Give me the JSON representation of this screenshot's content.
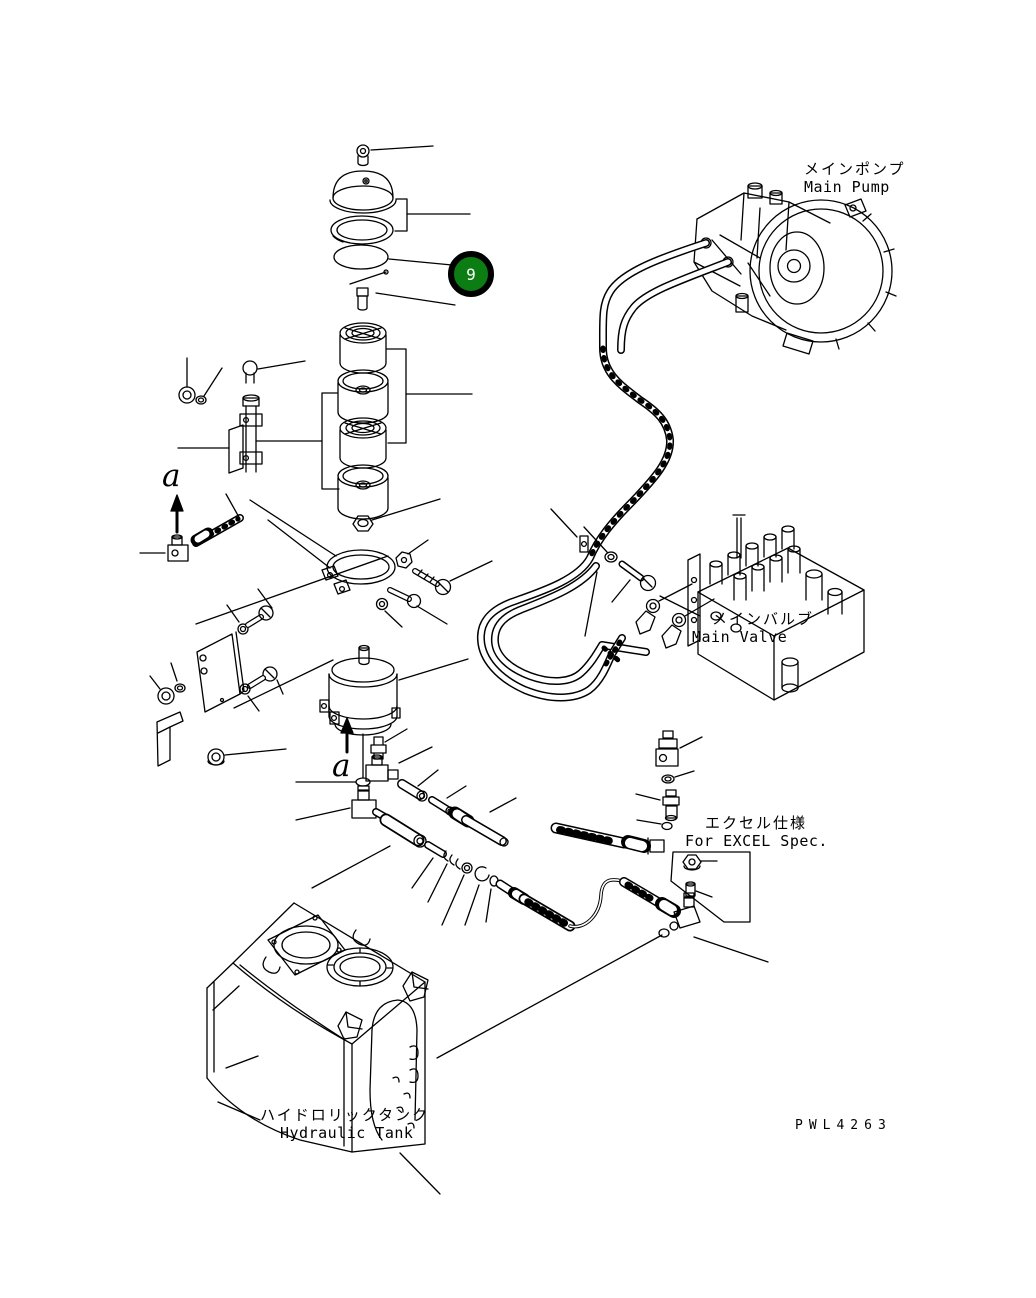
{
  "page": {
    "background": "#ffffff",
    "line_color": "#000000"
  },
  "balloon": {
    "number": "9",
    "fill": "#0c7d12",
    "ring": "#000000",
    "text_color": "#ffffff"
  },
  "labels": {
    "main_pump_jp": "メインポンプ",
    "main_pump_en": "Main Pump",
    "main_valve_jp": "メインバルブ",
    "main_valve_en": "Main Valve",
    "excel_spec_jp": "エクセル仕様",
    "excel_spec_en": "For EXCEL Spec.",
    "hydraulic_tank_jp": "ハイドロリックタンク",
    "hydraulic_tank_en": "Hydraulic Tank"
  },
  "drawing_number": "PWL4263",
  "reference_marks": {
    "upper": "a",
    "lower": "a"
  }
}
